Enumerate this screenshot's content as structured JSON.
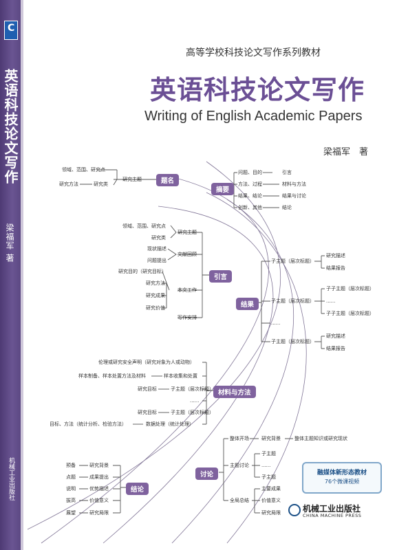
{
  "spine": {
    "title": "英语科技论文写作",
    "author": "梁福军 著",
    "publisher": "机械工业出版社"
  },
  "cover": {
    "series": "高等学校科技论文写作系列教材",
    "title_cn": "英语科技论文写作",
    "title_en": "Writing of English Academic Papers",
    "author": "梁福军　著"
  },
  "pills": {
    "title_section": "题名",
    "abstract": "摘要",
    "intro": "引言",
    "results": "结果",
    "methods": "材料与方法",
    "discussion": "讨论",
    "conclusion": "结论"
  },
  "title_section": {
    "n1": "领域、范围、研究点",
    "n2": "研究主题",
    "n3": "研究方法",
    "n4": "研究类"
  },
  "abstract": {
    "n1": "问题、目的",
    "n2": "引言",
    "n3": "方法、过程",
    "n4": "材料与方法",
    "n5": "结果、结论",
    "n6": "结果与讨论",
    "n7": "创新、其他",
    "n8": "结论"
  },
  "intro": {
    "n1": "领域、范围、研究点",
    "n2": "研究主题",
    "n3": "研究类",
    "n4": "现状描述",
    "n5": "文献回顾",
    "n6": "问题提出",
    "n7": "研究目的（研究目标）",
    "n8": "研究方法",
    "n9": "本文工作",
    "n10": "研究成果",
    "n11": "研究价值",
    "n12": "写作安排"
  },
  "results": {
    "sub1": "子主题（层次标题）",
    "sub2": "子主题（层次标题）",
    "sub3": "子主题（层次标题）",
    "dots": "......",
    "r1": "研究描述",
    "r2": "结果报告",
    "s1": "子子主题（层次标题）",
    "sdots": "......",
    "s2": "子子主题（层次标题）",
    "r3": "研究描述",
    "r4": "结果报告"
  },
  "methods": {
    "m1": "伦理或研究安全声明（研究对象为人或动物）",
    "m2": "样本制备、样本处置方法及材料",
    "m3": "样本收集和处置",
    "m4": "研究目标",
    "m5": "子主题（层次标题）",
    "dots": "......",
    "m6": "研究目标",
    "m7": "子主题（层次标题）",
    "m8": "目标、方法（统计分析、检验方法）",
    "m9": "数据处理（统计处理）"
  },
  "discussion": {
    "d1": "整体开场",
    "d2": "研究背景",
    "d3": "整体主题知识或研究现状",
    "d4": "主题讨论",
    "d5": "子主题",
    "d6": "......",
    "d7": "子主题",
    "d8": "全局总结",
    "d9": "主要成果",
    "d10": "价值意义",
    "d11": "研究局限"
  },
  "conclusion": {
    "c1": "预备",
    "c2": "研究背景",
    "c3": "点题",
    "c4": "成果提出",
    "c5": "说明",
    "c6": "优势描述",
    "c7": "拔高",
    "c8": "价值意义",
    "c9": "展望",
    "c10": "研究局限"
  },
  "promo": {
    "line1": "融媒体新形态教材",
    "line2": "76个微课视频"
  },
  "publisher": {
    "cn": "机械工业出版社",
    "en": "CHINA MACHINE PRESS"
  },
  "colors": {
    "accent": "#7f629e",
    "spine": "#5c4883",
    "title": "#6b4f95"
  }
}
